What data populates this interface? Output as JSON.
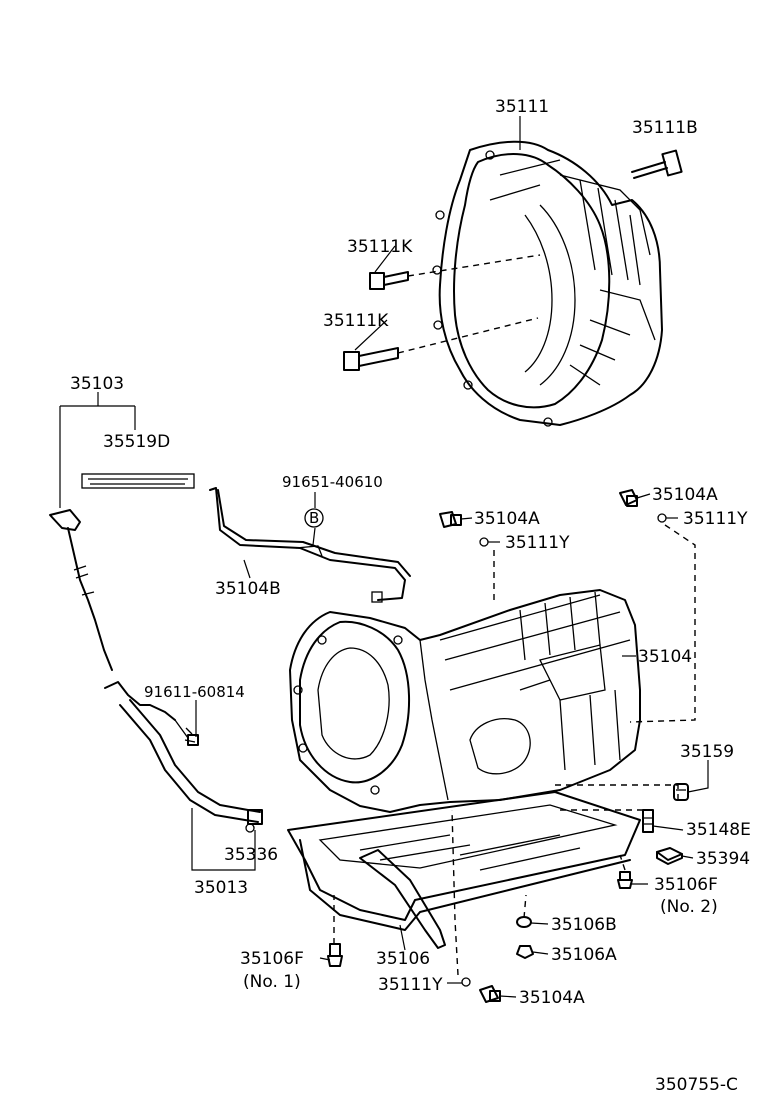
{
  "labels": {
    "p35111": "35111",
    "p35111B": "35111B",
    "p35111K_top": "35111K",
    "p35111K_bottom": "35111K",
    "p35103": "35103",
    "p35519D": "35519D",
    "p91651": "91651-40610",
    "circleB": "B",
    "p35104B": "35104B",
    "p35104A_top_right": "35104A",
    "p35104A_mid": "35104A",
    "p35111Y_right": "35111Y",
    "p35111Y_mid": "35111Y",
    "p35104": "35104",
    "p91611": "91611-60814",
    "p35159": "35159",
    "p35148E": "35148E",
    "p35394": "35394",
    "p35106F_no2": "35106F",
    "no2": "(No. 2)",
    "p35336": "35336",
    "p35013": "35013",
    "p35106B": "35106B",
    "p35106A": "35106A",
    "p35106F_no1": "35106F",
    "no1": "(No. 1)",
    "p35106": "35106",
    "p35111Y_bottom": "35111Y",
    "p35104A_bottom": "35104A",
    "figure_code": "350755-C"
  }
}
